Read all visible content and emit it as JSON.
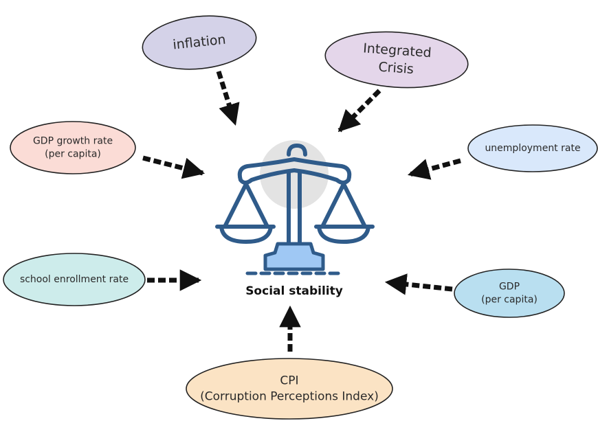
{
  "center": {
    "label": "Social stability"
  },
  "nodes": [
    {
      "id": "inflation",
      "lines": [
        "inflation"
      ],
      "fill": "#d4d2e8"
    },
    {
      "id": "integrated-crisis",
      "lines": [
        "Integrated",
        "Crisis"
      ],
      "fill": "#e4d6ea"
    },
    {
      "id": "gdp-growth-rate",
      "lines": [
        "GDP growth rate",
        "(per capita)"
      ],
      "fill": "#fbdcd6"
    },
    {
      "id": "unemployment-rate",
      "lines": [
        "unemployment rate"
      ],
      "fill": "#d9e8fb"
    },
    {
      "id": "school-enrollment-rate",
      "lines": [
        "school enrollment rate"
      ],
      "fill": "#cdeceb"
    },
    {
      "id": "gdp",
      "lines": [
        "GDP",
        "(per capita)"
      ],
      "fill": "#b9dff0"
    },
    {
      "id": "cpi",
      "lines": [
        "CPI",
        "(Corruption Perceptions Index)"
      ],
      "fill": "#fbe3c4"
    }
  ],
  "colors": {
    "icon_stroke": "#2f5b8a",
    "icon_base_fill": "#9fc8f4",
    "icon_halo": "#e3e3e3",
    "arrow": "#111111",
    "ellipse_stroke": "#222222"
  }
}
